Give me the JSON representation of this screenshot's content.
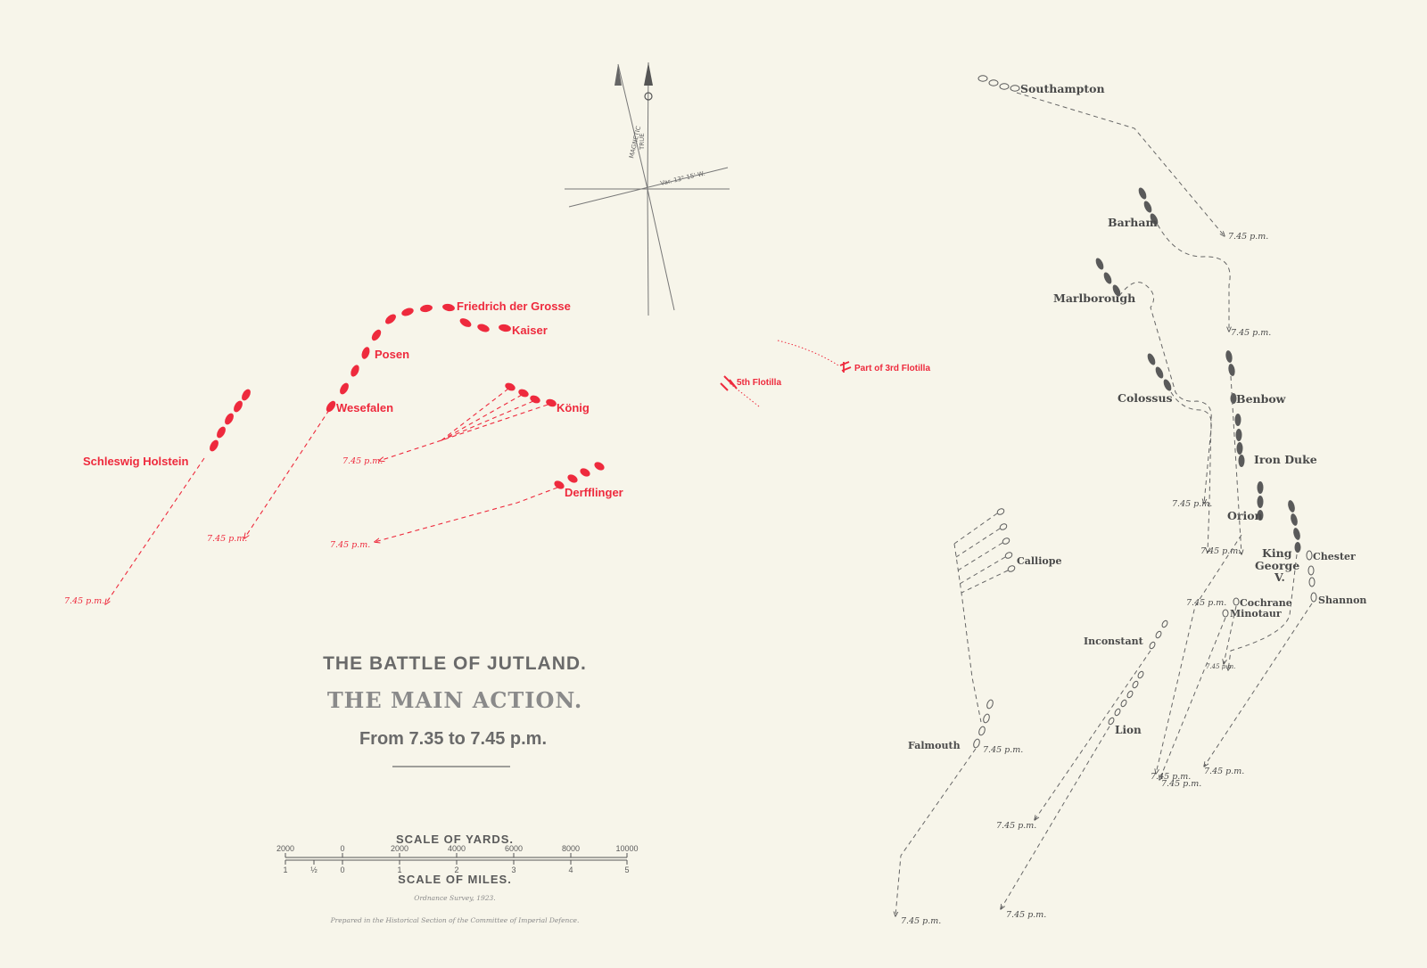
{
  "title": {
    "line1": "THE BATTLE OF JUTLAND.",
    "line2": "THE MAIN ACTION.",
    "line3": "From 7.35 to 7.45 p.m."
  },
  "compass": {
    "magnetic": "MAGNETIC",
    "true": "TRUE",
    "variation": "Var. 13° 15' W."
  },
  "german_labels": {
    "friedrich": "Friedrich der Grosse",
    "kaiser": "Kaiser",
    "posen": "Posen",
    "wesefalen": "Wesefalen",
    "konig": "König",
    "schleswig": "Schleswig Holstein",
    "derfflinger": "Derfflinger",
    "flotilla5": "5th Flotilla",
    "flotilla3": "Part of 3rd Flotilla"
  },
  "british_labels": {
    "southampton": "Southampton",
    "barham": "Barham",
    "marlborough": "Marlborough",
    "colossus": "Colossus",
    "benbow": "Benbow",
    "iron_duke": "Iron Duke",
    "orion": "Orion",
    "king": "King",
    "george": "George",
    "v": "V.",
    "chester": "Chester",
    "shannon": "Shannon",
    "cochrane": "Cochrane",
    "minotaur": "Minotaur",
    "calliope": "Calliope",
    "inconstant": "Inconstant",
    "lion": "Lion",
    "falmouth": "Falmouth"
  },
  "time_label": "7.45 p.m.",
  "time_label_red": "7.45 p.m.",
  "time_label_tiny": "7.45 p.m.",
  "scale": {
    "yards_title": "SCALE OF YARDS.",
    "miles_title": "SCALE OF MILES.",
    "yards_ticks": [
      "2000",
      "0",
      "2000",
      "4000",
      "6000",
      "8000",
      "10000"
    ],
    "miles_ticks": [
      "1",
      "½",
      "0",
      "1",
      "2",
      "3",
      "4",
      "5"
    ]
  },
  "credits": {
    "survey": "Ordnance Survey, 1923.",
    "prepared": "Prepared in the Historical Section of the Committee of Imperial Defence."
  },
  "colors": {
    "paper": "#f7f5ea",
    "german": "#ee2a3d",
    "british": "#5a5a5a"
  }
}
